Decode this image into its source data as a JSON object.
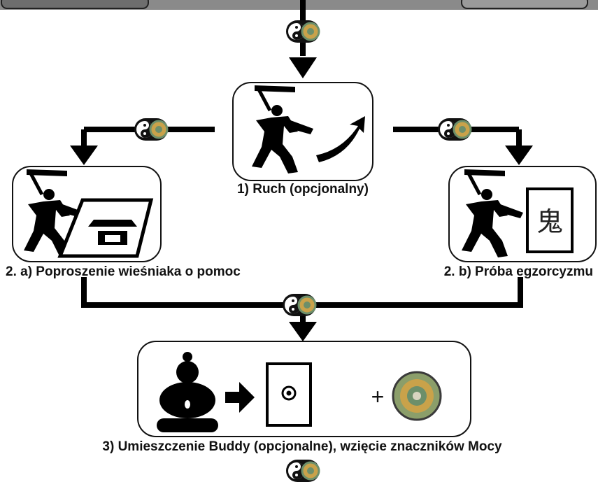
{
  "steps": {
    "move": "1) Ruch (opcjonalny)",
    "ask_villager": "2. a) Poproszenie wieśniaka o pomoc",
    "exorcism": "2. b) Próba egzorcyzmu",
    "buddha": "3) Umieszczenie Buddy (opcjonalne), wzięcie znaczników Mocy"
  },
  "glyphs": {
    "ghost": "鬼",
    "plus": "+"
  },
  "icons": [
    "warrior-icon",
    "move-arrow-icon",
    "village-tile-icon",
    "ghost-card-icon",
    "buddha-figure-icon",
    "buddha-card-icon",
    "qi-token-icon",
    "yin-yang-token-icon"
  ],
  "colors": {
    "line": "#000000",
    "token_gold": "#c9a24a",
    "token_green": "#6c8f6a",
    "panel_border": "#111111"
  }
}
